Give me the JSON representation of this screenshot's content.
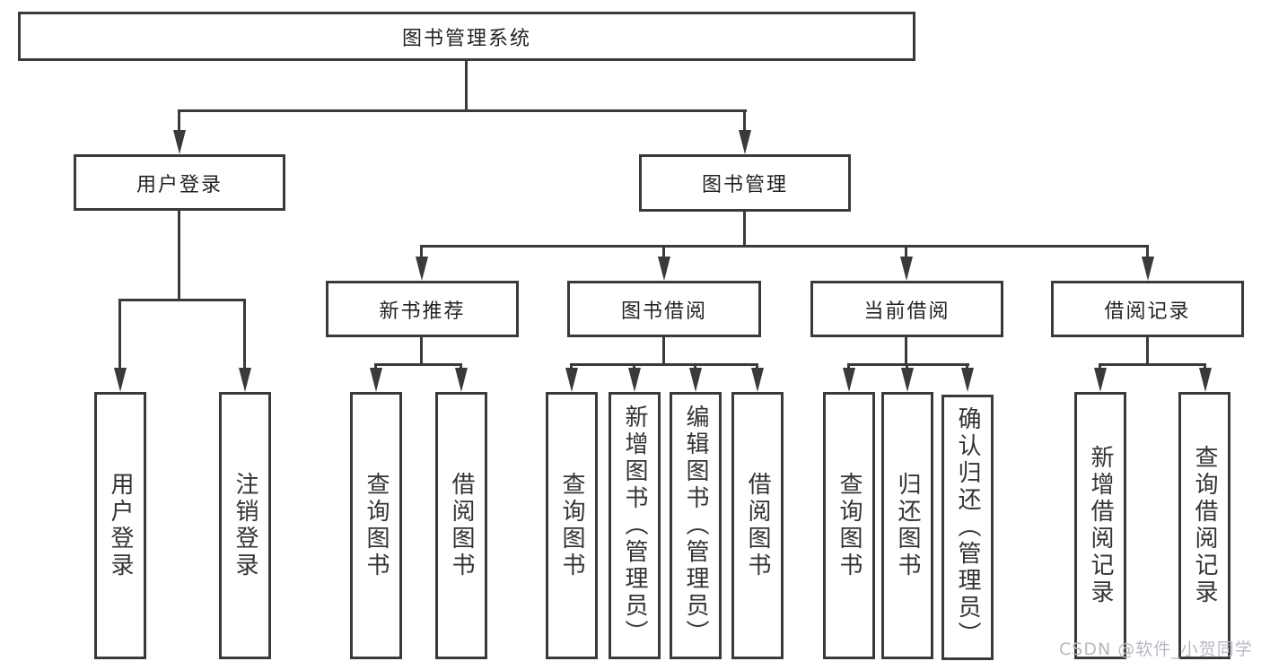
{
  "tree": {
    "root": {
      "label": "图书管理系统"
    },
    "branches": [
      {
        "label": "用户登录",
        "children": [
          {
            "label": "用户登录"
          },
          {
            "label": "注销登录"
          }
        ]
      },
      {
        "label": "图书管理",
        "children": [
          {
            "label": "新书推荐",
            "children": [
              {
                "label": "查询图书"
              },
              {
                "label": "借阅图书"
              }
            ]
          },
          {
            "label": "图书借阅",
            "children": [
              {
                "label": "查询图书"
              },
              {
                "label": "新增图书（管理员）"
              },
              {
                "label": "编辑图书（管理员）"
              },
              {
                "label": "借阅图书"
              }
            ]
          },
          {
            "label": "当前借阅",
            "children": [
              {
                "label": "查询图书"
              },
              {
                "label": "归还图书"
              },
              {
                "label": "确认归还（管理员）"
              }
            ]
          },
          {
            "label": "借阅记录",
            "children": [
              {
                "label": "新增借阅记录"
              },
              {
                "label": "查询借阅记录"
              }
            ]
          }
        ]
      }
    ]
  },
  "colors": {
    "line": "#3a3a3a",
    "text": "#232323",
    "watermark": "#b5bac0"
  },
  "watermark": "CSDN @软件_小贺同学"
}
